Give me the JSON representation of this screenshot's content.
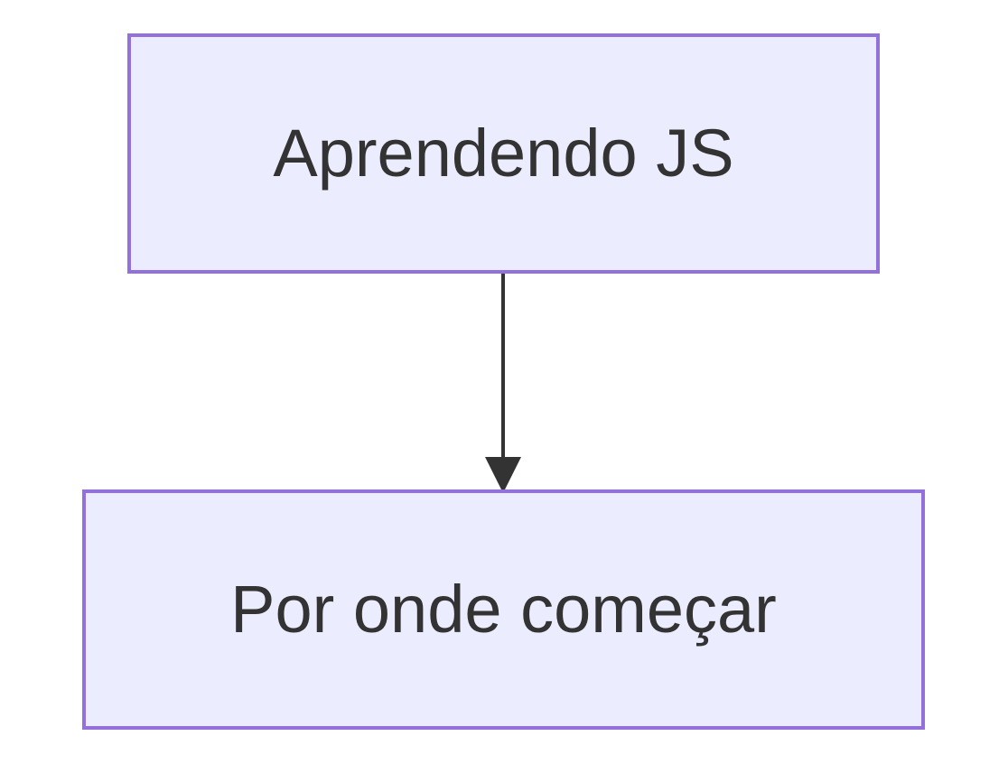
{
  "diagram": {
    "type": "flowchart",
    "direction": "top-down",
    "nodes": [
      {
        "id": "A",
        "label": "Aprendendo JS"
      },
      {
        "id": "B",
        "label": "Por onde começar"
      }
    ],
    "edges": [
      {
        "from": "A",
        "to": "B",
        "label": ""
      }
    ],
    "colors": {
      "node_fill": "#ECECFF",
      "node_border": "#9370DB",
      "text": "#333333",
      "edge": "#333333"
    }
  }
}
